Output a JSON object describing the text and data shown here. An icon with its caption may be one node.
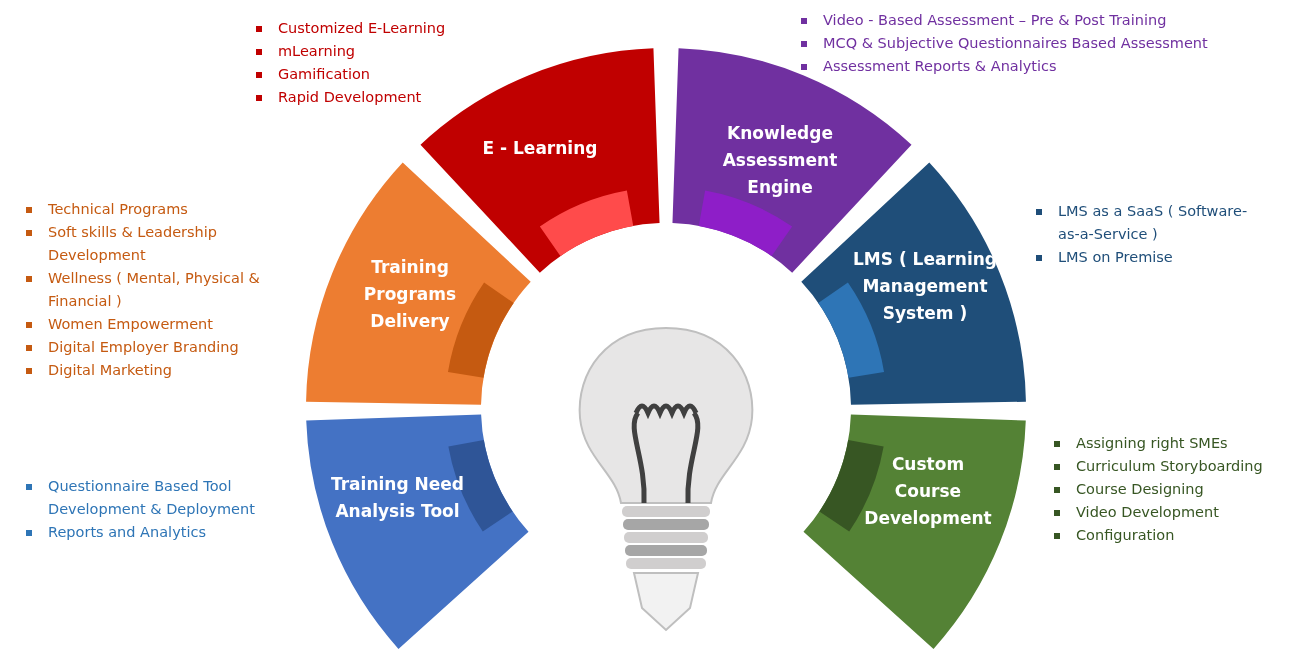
{
  "diagram": {
    "nodes": [
      {
        "text": [
          "E - Learning"
        ],
        "beside": [
          "Customized E-Learning",
          "mLearning",
          "Gamification",
          "Rapid Development"
        ]
      },
      {
        "text": [
          "Knowledge Assessment Engine"
        ],
        "beside": [
          "Video - Based Assessment – Pre & Post Training",
          "MCQ & Subjective Questionnaires Based Assessment",
          "Assessment Reports & Analytics"
        ]
      },
      {
        "text": [
          "Training Programs Delivery"
        ],
        "beside": [
          "Technical Programs",
          "Soft skills & Leadership Development",
          "Wellness ( Mental, Physical & Financial )",
          "Women Empowerment",
          "Digital Employer Branding",
          "Digital Marketing"
        ]
      },
      {
        "text": [
          "LMS ( Learning Management System )"
        ],
        "beside": [
          "LMS as a SaaS ( Software-as-a-Service )",
          "LMS on Premise"
        ]
      },
      {
        "text": [
          "Training Need Analysis Tool"
        ],
        "beside": [
          "Questionnaire Based Tool Development & Deployment",
          "Reports and Analytics"
        ]
      },
      {
        "text": [
          "Custom Course Development"
        ],
        "beside": [
          "Assigning right SMEs",
          "Curriculum Storyboarding",
          "Course Designing",
          "Video Development",
          "Configuration"
        ]
      }
    ]
  }
}
